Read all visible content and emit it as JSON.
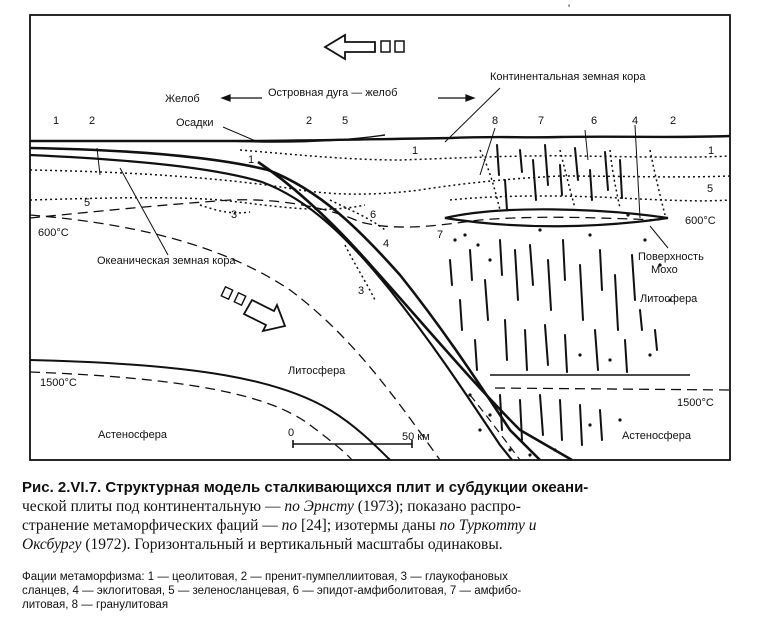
{
  "figure": {
    "top_mark": "'",
    "labels": {
      "trench": "Желоб",
      "arc_trench": "Островная дуга — желоб",
      "continental_crust": "Континентальная земная кора",
      "sediments": "Осадки",
      "oceanic_crust": "Океаническая земная кора",
      "iso_600_left": "600°С",
      "iso_600_right": "600°С",
      "moho": [
        "Поверхность",
        "Мохо"
      ],
      "lithosphere_right": "Литосфера",
      "lithosphere_left": "Литосфера",
      "iso_1500_left": "1500°С",
      "iso_1500_right": "1500°С",
      "asthenosphere_left": "Астеносфера",
      "asthenosphere_right": "Астеносфера",
      "scale_zero": "0",
      "scale_km": "50 км"
    },
    "facies_numbers": {
      "n1a": "1",
      "n2a": "2",
      "n5a": "5",
      "n1b": "1",
      "n3a": "3",
      "n2b": "2",
      "n5b": "5",
      "n1c": "1",
      "n6a": "6",
      "n4a": "4",
      "n3b": "3",
      "n7a": "7",
      "n8": "8",
      "n7b": "7",
      "n6b": "6",
      "n4b": "4",
      "n2c": "2",
      "n1d": "1",
      "n5c": "5"
    }
  },
  "caption": {
    "head": "Рис. 2.VI.7. Структурная модель сталкивающихся плит и субдукции океани-",
    "line2_a": "ческой плиты под континентальную — ",
    "line2_b": "по Эрнсту",
    "line2_c": " (1973); показано распро-",
    "line3_a": "странение метаморфических фаций — ",
    "line3_b": "по",
    "line3_c": " [24]; изотермы даны ",
    "line3_d": "по Туркотту и",
    "line4_a": "Оксбургу",
    "line4_b": " (1972). Горизонтальный и вертикальный масштабы одинаковы."
  },
  "facies_text": {
    "line1": "Фации метаморфизма: 1 — цеолитовая, 2 — пренит-пумпеллиитовая, 3 — глаукофановых",
    "line2": "сланцев, 4 — эклогитовая, 5 — зеленосланцевая, 6 — эпидот-амфиболитовая, 7 — амфибо-",
    "line3": "литовая, 8 — гранулитовая"
  }
}
